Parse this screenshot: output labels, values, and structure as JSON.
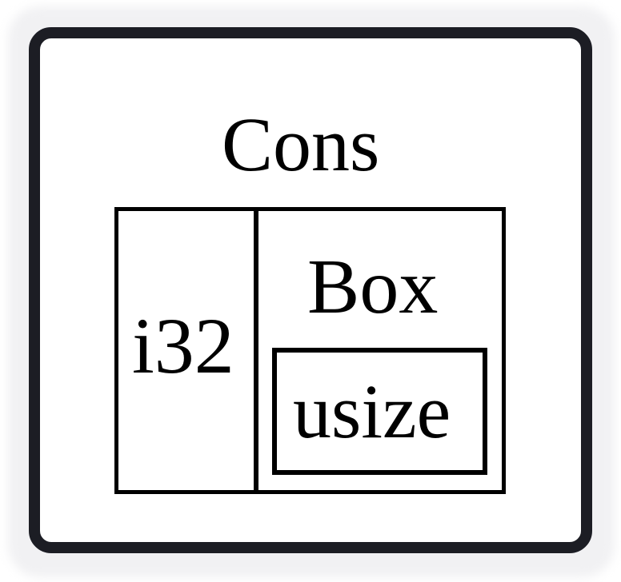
{
  "diagram": {
    "outer_label": "Cons",
    "left_cell_label": "i32",
    "right_cell_label": "Box",
    "inner_cell_label": "usize"
  },
  "colors": {
    "frame": "#1c1d24",
    "stroke": "#000000",
    "background": "#ffffff"
  }
}
